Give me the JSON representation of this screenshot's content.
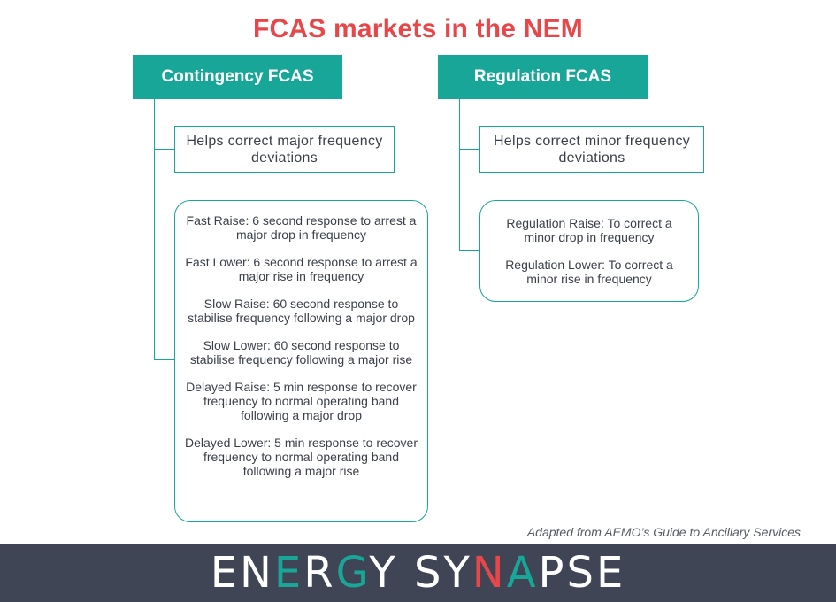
{
  "title": "FCAS markets in the NEM",
  "contingency": {
    "header": "Contingency FCAS",
    "summary": "Helps correct major frequency deviations",
    "items": [
      "Fast Raise: 6 second response to arrest a major drop in frequency",
      "Fast Lower: 6 second response to arrest a major rise in frequency",
      "Slow Raise: 60 second response to stabilise frequency following a major drop",
      "Slow Lower: 60 second response to stabilise frequency following a major rise",
      "Delayed Raise: 5 min response to recover frequency to normal operating band following a major drop",
      "Delayed Lower: 5 min response to recover frequency to normal operating band following a major rise"
    ]
  },
  "regulation": {
    "header": "Regulation FCAS",
    "summary": "Helps correct minor frequency deviations",
    "items": [
      "Regulation Raise: To correct a minor drop in frequency",
      "Regulation Lower: To correct a minor rise in frequency"
    ]
  },
  "caption": "Adapted from AEMO’s Guide to Ancillary Services",
  "footer": {
    "logo_text": "ENERGY SYNAPSE",
    "accent_color": "#17a697",
    "logo_accent_color": "#e8474a",
    "background_color": "#3f4555"
  }
}
